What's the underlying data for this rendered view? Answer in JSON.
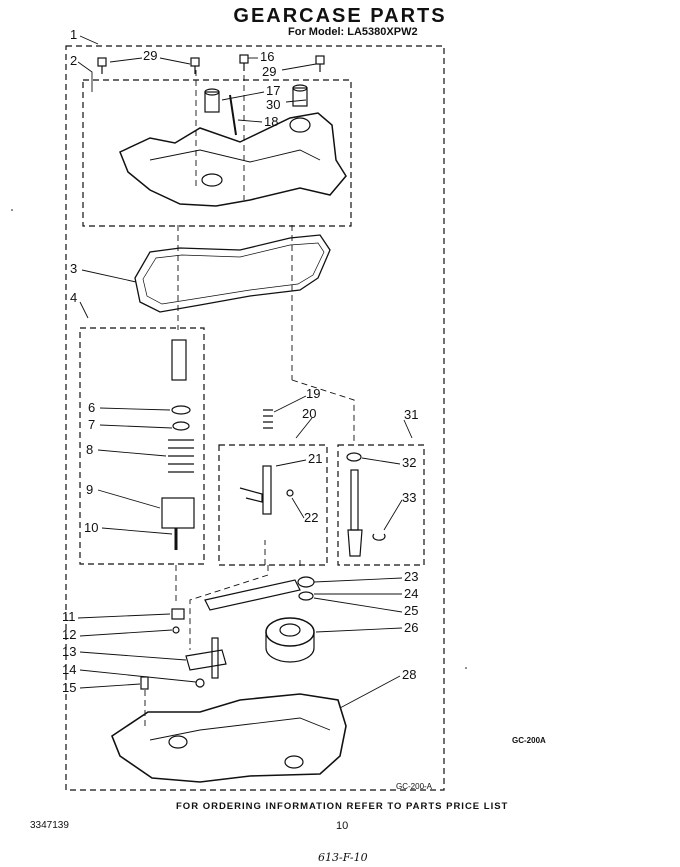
{
  "title": "GEARCASE PARTS",
  "model_line": "For Model: LA5380XPW2",
  "callouts": [
    "1",
    "2",
    "29",
    "16",
    "29",
    "17",
    "30",
    "18",
    "3",
    "4",
    "6",
    "7",
    "8",
    "9",
    "10",
    "19",
    "20",
    "31",
    "21",
    "32",
    "22",
    "33",
    "23",
    "24",
    "25",
    "26",
    "11",
    "12",
    "13",
    "14",
    "15",
    "28"
  ],
  "figure_code_side": "GC-200A",
  "figure_code_box": "GC-200-A",
  "footer_note": "FOR ORDERING INFORMATION REFER TO PARTS PRICE LIST",
  "document_number": "3347139",
  "page_number": "10",
  "handwritten_note": "613-F-10"
}
